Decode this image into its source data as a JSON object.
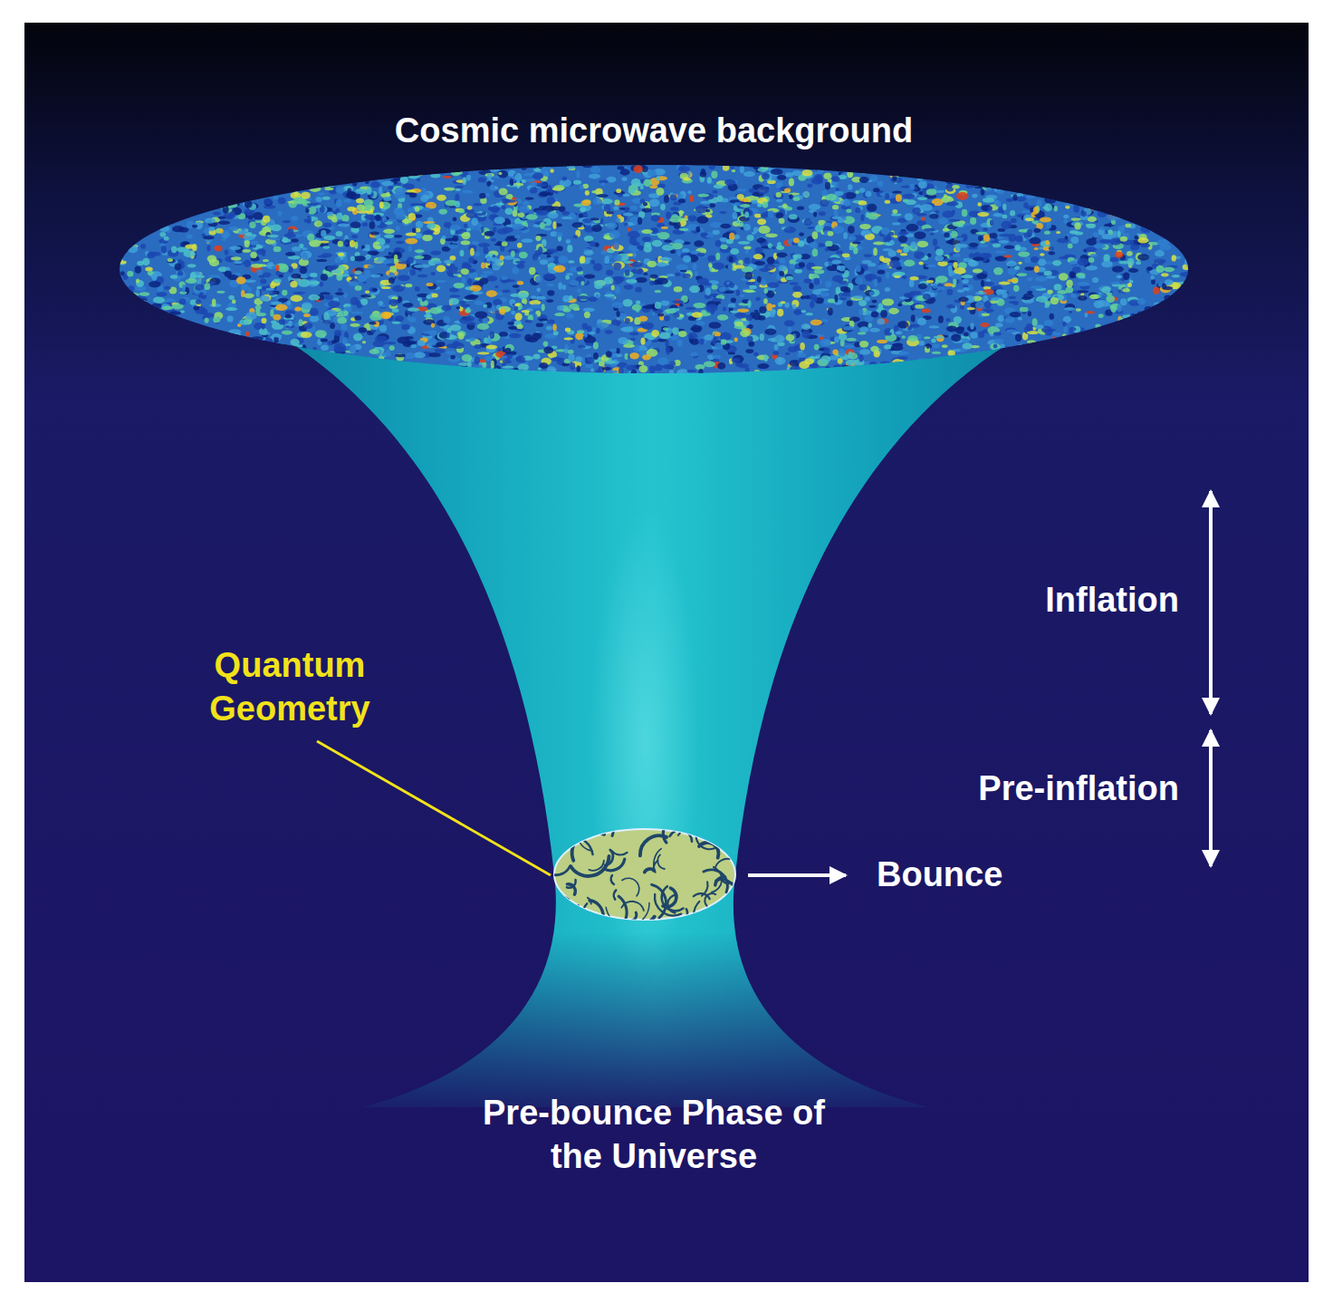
{
  "diagram": {
    "labels": [
      "Cosmic microwave background",
      "Inflation",
      "Quantum Geometry",
      "Pre-inflation",
      "Bounce",
      "Pre-bounce Phase of the Universe"
    ]
  }
}
